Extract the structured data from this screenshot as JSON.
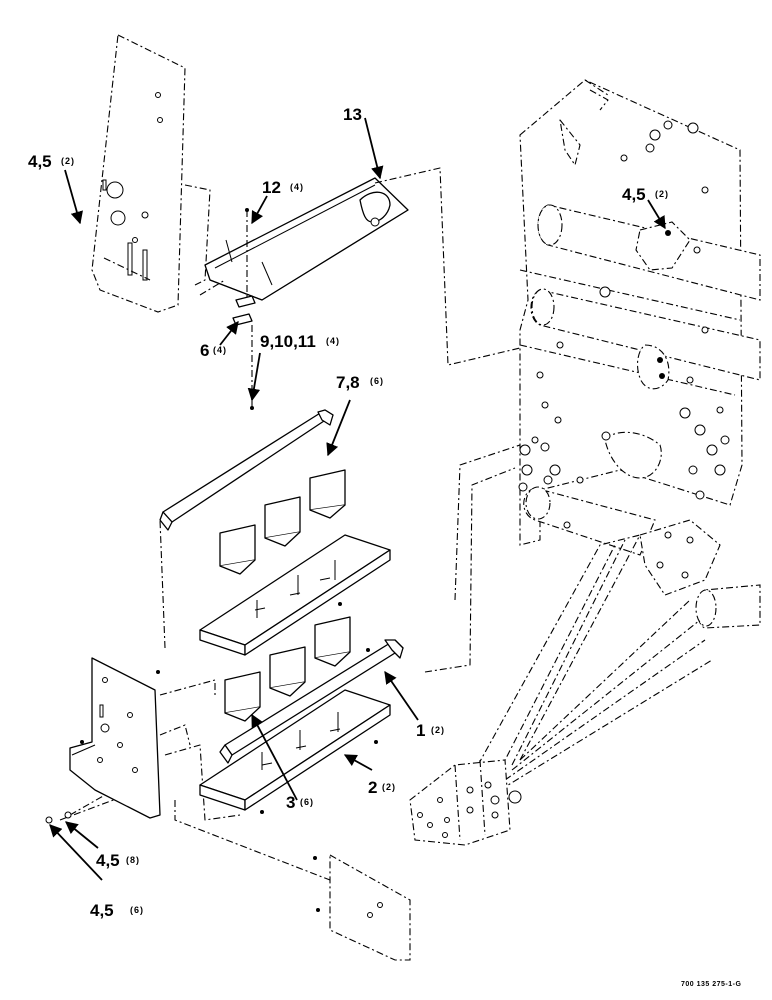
{
  "callouts": {
    "c13": {
      "num": "13",
      "qty": ""
    },
    "c12": {
      "num": "12",
      "qty": "(4)"
    },
    "c45_top_left": {
      "num": "4,5",
      "qty": "(2)"
    },
    "c45_top_right": {
      "num": "4,5",
      "qty": "(2)"
    },
    "c9_10_11": {
      "num": "9,10,11",
      "qty": "(4)"
    },
    "c6": {
      "num": "6",
      "qty": "(4)"
    },
    "c7_8": {
      "num": "7,8",
      "qty": "(6)"
    },
    "c1": {
      "num": "1",
      "qty": "(2)"
    },
    "c2": {
      "num": "2",
      "qty": "(2)"
    },
    "c3": {
      "num": "3",
      "qty": "(6)"
    },
    "c45_bottom_a": {
      "num": "4,5",
      "qty": "(8)"
    },
    "c45_bottom_b": {
      "num": "4,5",
      "qty": "(6)"
    }
  },
  "drawing_ref": "700 135 275-1-G"
}
